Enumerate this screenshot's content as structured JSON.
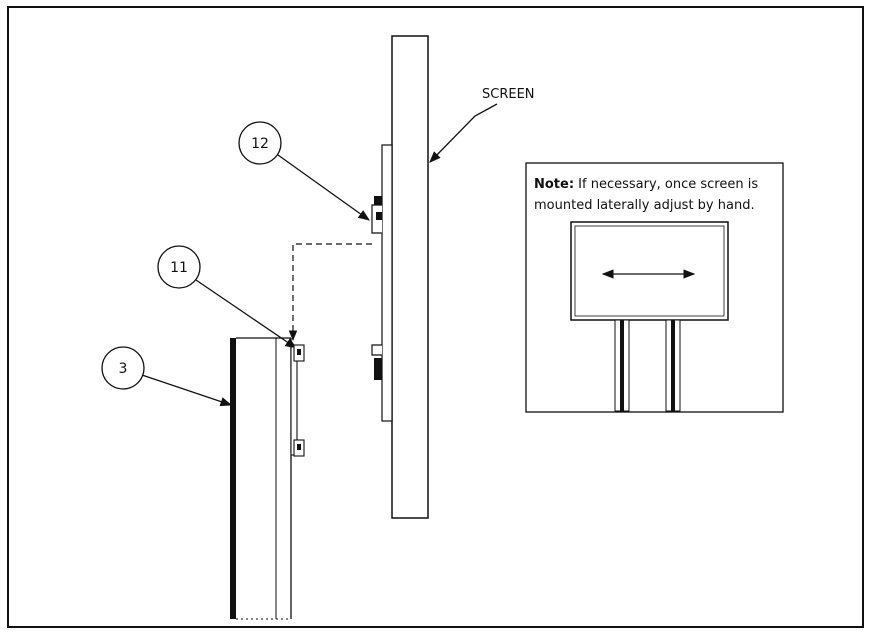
{
  "labels": {
    "screen": "SCREEN"
  },
  "callouts": {
    "c12": "12",
    "c11": "11",
    "c3": "3"
  },
  "note": {
    "bold": "Note:",
    "line1_rest": " If necessary, once screen is",
    "line2": "mounted laterally adjust by hand."
  },
  "colors": {
    "ink": "#111111",
    "background": "#ffffff"
  }
}
